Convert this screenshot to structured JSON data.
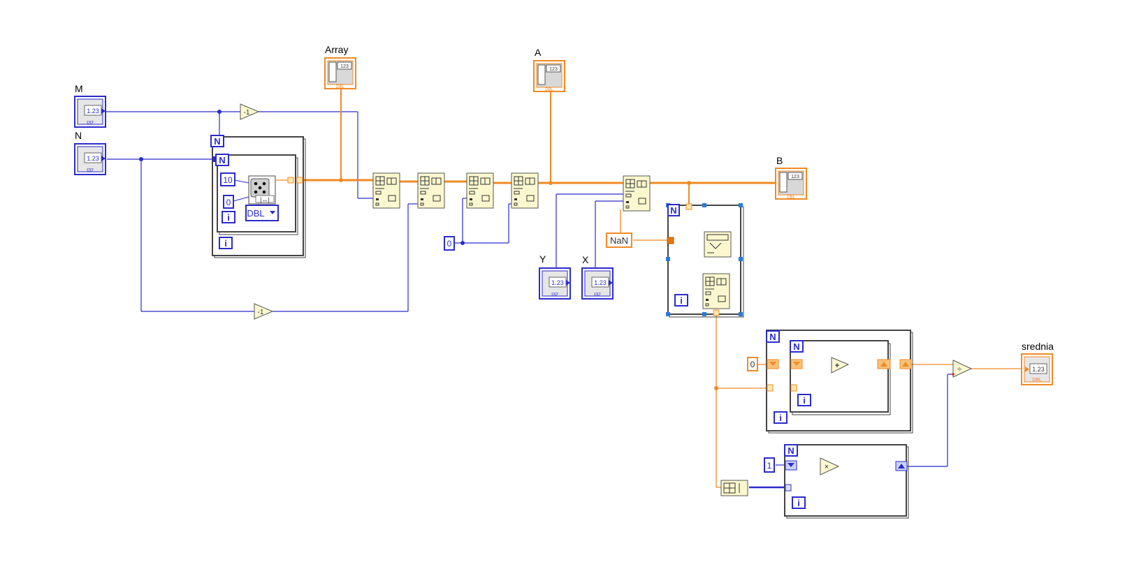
{
  "diagram": {
    "terminals": {
      "M": "M",
      "N": "N",
      "array": "Array",
      "a": "A",
      "b": "B",
      "y": "Y",
      "x": "X",
      "srednia": "srednia"
    },
    "numeric_glyph": "1.23",
    "int_glyph": "I32",
    "dbl_glyph": "DBL",
    "array_glyph": "123",
    "constants": {
      "ten": "10",
      "zero_a": "0",
      "zero_b": "0",
      "zero_c": "0",
      "one": "1",
      "nan": "NaN",
      "minus_one": "-1"
    },
    "loop_count": "N",
    "loop_index": "i",
    "type_selector": "DBL",
    "operators": {
      "add": "+",
      "multiply": "×",
      "divide": "÷"
    },
    "colors": {
      "integer_wire": "#2b2bcc",
      "double_wire": "#f08a24",
      "node_fill": "#fbf8cf",
      "terminal_fill": "#e6e6e6"
    }
  }
}
